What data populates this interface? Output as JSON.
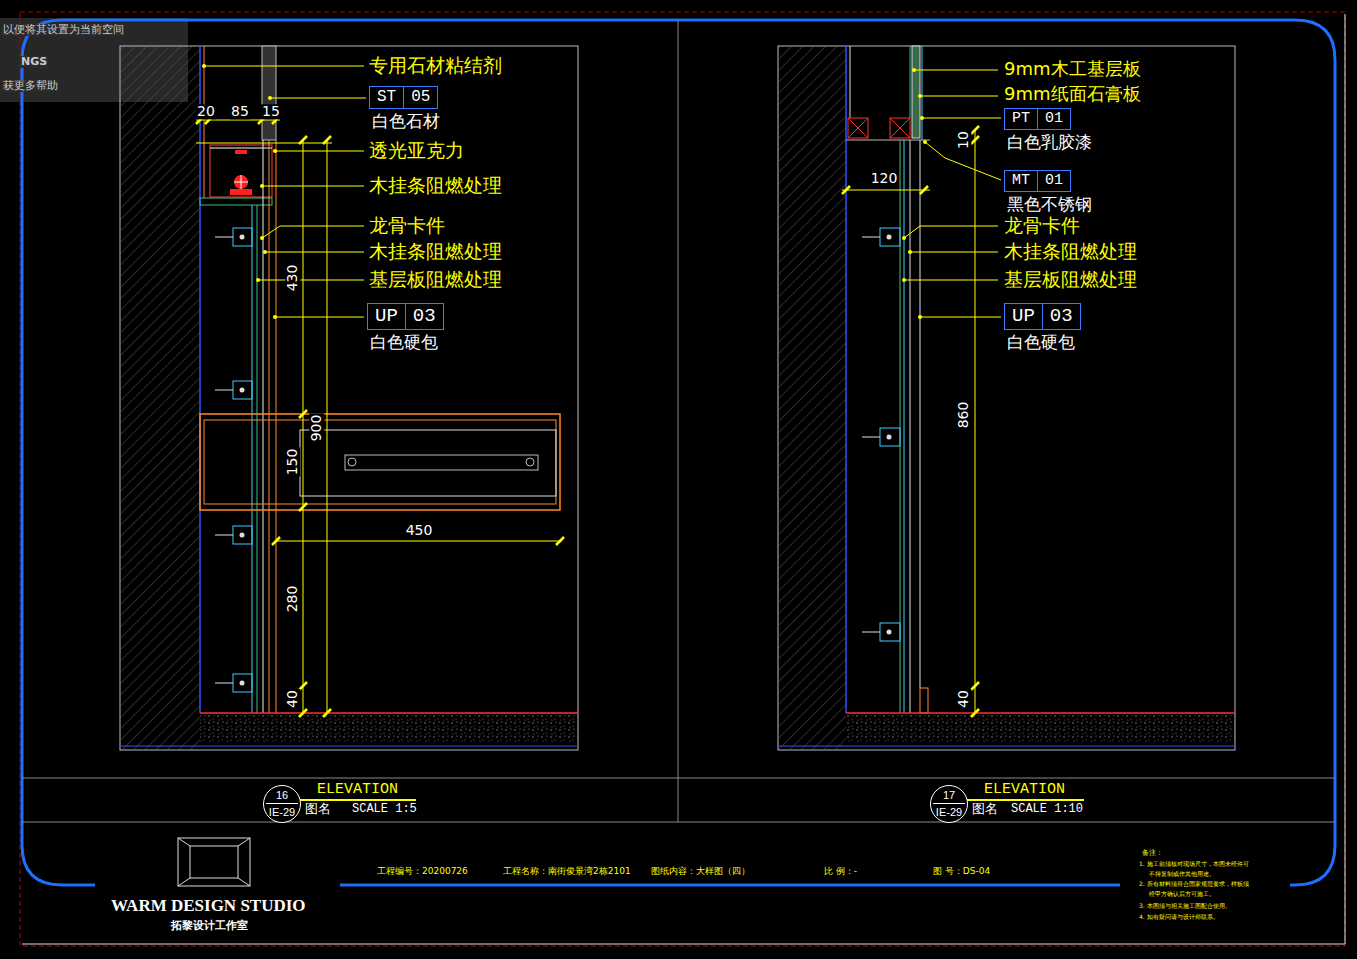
{
  "diagram": {
    "nodes": [
      {
        "text": [
          "ST",
          "05",
          "白色石材"
        ]
      },
      {
        "text": [
          "UP",
          "03",
          "白色硬包"
        ]
      },
      {
        "text": [
          "16",
          "IE-29"
        ]
      },
      {
        "text": [
          "PT",
          "01",
          "白色乳胶漆"
        ]
      },
      {
        "text": [
          "MT",
          "01",
          "黑色不锈钢"
        ]
      },
      {
        "text": [
          "UP",
          "03",
          "白色硬包"
        ]
      },
      {
        "text": [
          "17",
          "IE-29"
        ]
      }
    ],
    "labels": [
      "以便将其设置为当前空间",
      "NGS",
      "获更多帮助",
      "专用石材粘结剂",
      "20",
      "85",
      "15",
      "透光亚克力",
      "木挂条阻燃处理",
      "龙骨卡件",
      "木挂条阻燃处理",
      "基层板阻燃处理",
      "430",
      "900",
      "150",
      "450",
      "280",
      "40",
      "9mm木工基层板",
      "9mm纸面石膏板",
      "10",
      "120",
      "龙骨卡件",
      "木挂条阻燃处理",
      "基层板阻燃处理",
      "860",
      "40",
      "ELEVATION",
      "图名",
      "SCALE 1:5",
      "ELEVATION",
      "图名",
      "SCALE 1:10",
      "WARM DESIGN STUDIO",
      "拓黎设计工作室",
      "工程编号：20200726",
      "工程名称：南街俊景湾2栋2101",
      "图纸内容：大样图（四）",
      "比 例：-",
      "图 号：DS-04",
      "备注：",
      "1. 施工前须核对现场尺寸，本图未经许可",
      "不得复制或作其他用途。",
      "2. 所有材料须符合国家规范要求，样板须",
      "经甲方确认后方可施工。",
      "3. 本图须与相关施工图配合使用。",
      "4. 如有疑问请与设计师联系。"
    ]
  }
}
